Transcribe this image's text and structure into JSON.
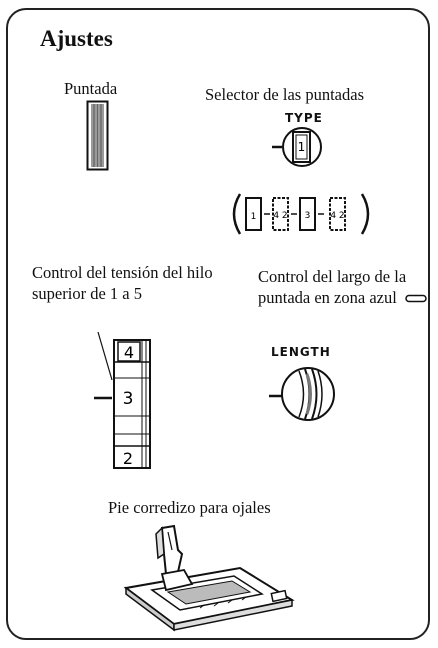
{
  "page": {
    "title": "Ajustes",
    "stitch_label": "Puntada",
    "selector_label": "Selector de las puntadas",
    "type_dial_label": "TYPE",
    "type_dial_value": "1",
    "pattern_options": [
      "1",
      "4 2",
      "3",
      "4 2"
    ],
    "tension_label": "Control del tensión del hilo superior de 1 a 5",
    "tension_values": [
      "4",
      "3",
      "2"
    ],
    "length_label": "Control del largo de la puntada en zona azul",
    "length_dial_label": "LENGTH",
    "presser_foot_label": "Pie corredizo para ojales"
  }
}
